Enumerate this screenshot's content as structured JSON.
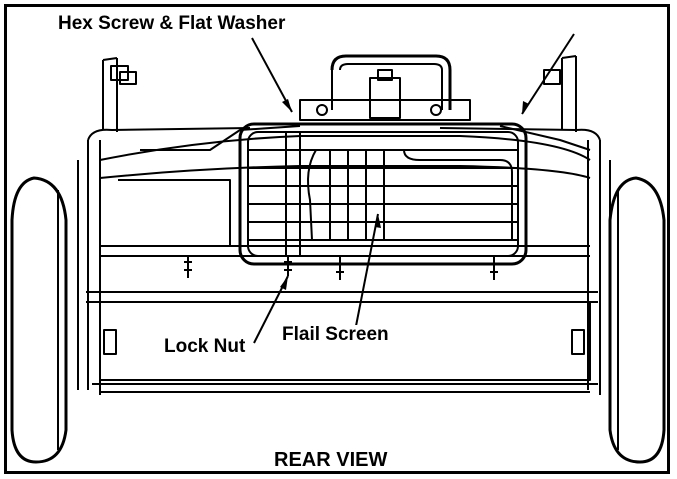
{
  "figure": {
    "callouts": {
      "hex_screw": "Hex Screw & Flat Washer",
      "lock_nut": "Lock Nut",
      "flail_screen": "Flail Screen"
    },
    "view_label": "REAR VIEW"
  },
  "colors": {
    "line": "#000000",
    "background": "#ffffff"
  }
}
